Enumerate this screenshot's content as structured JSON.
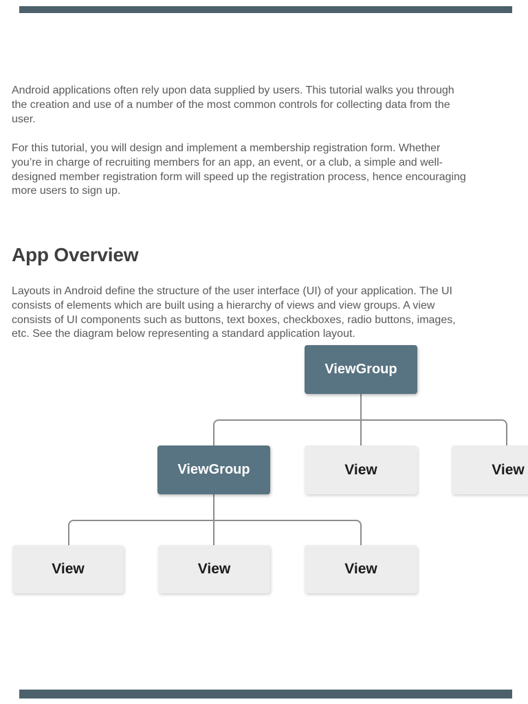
{
  "document": {
    "paragraph_1": "Android applications often rely upon data supplied by users. This tutorial walks you through\nthe creation and use of a number of the most common controls for collecting data from the\nuser.",
    "paragraph_2": "For this tutorial, you will design and implement a membership registration form. Whether\nyou’re in charge of recruiting members for an app, an event, or a club, a simple and well-\ndesigned member registration form will speed up the registration process, hence encouraging\nmore users to sign up.",
    "heading": "App Overview",
    "paragraph_3": "Layouts in Android define the structure of the user interface (UI) of your application. The UI\nconsists of elements which are built using a hierarchy of views and view groups. A view\nconsists of UI components such as buttons, text boxes, checkboxes, radio buttons, images,\netc. See the diagram below representing a standard application layout."
  },
  "diagram": {
    "root_label": "ViewGroup",
    "level2_labels": [
      "ViewGroup",
      "View",
      "View"
    ],
    "level3_labels": [
      "View",
      "View",
      "View"
    ],
    "colors": {
      "viewgroup_fill": "#587381",
      "view_fill": "#ededed",
      "connector": "#8c8c8c",
      "viewgroup_text": "#ffffff",
      "view_text": "#1b1b1b"
    }
  },
  "chrome": {
    "page_edge_color": "#4c616c"
  }
}
